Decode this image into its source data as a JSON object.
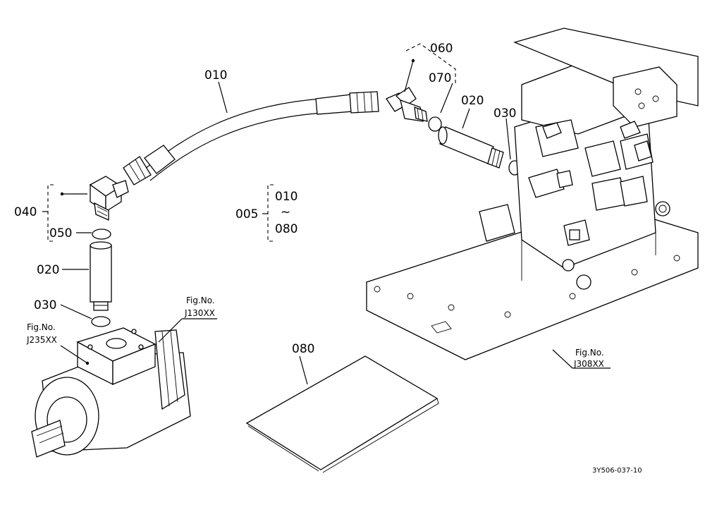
{
  "labels": {
    "hose": "010",
    "fitting_top": "060",
    "oring_top": "070",
    "pipe_top": "020",
    "oring_right": "030",
    "fitting_left": "040",
    "oring_left": "050",
    "pipe_left": "020",
    "oring_bottom": "030",
    "assembly": "005",
    "range_start": "010",
    "range_tilde": "~",
    "range_end": "080",
    "sheet": "080"
  },
  "refs": {
    "j130_line1": "Fig.No.",
    "j130_line2": "J130XX",
    "j235_line1": "Fig.No.",
    "j235_line2": "J235XX",
    "j308_line1": "Fig.No.",
    "j308_line2": "J308XX"
  },
  "footer": {
    "drawing_code": "3Y506-037-10"
  }
}
